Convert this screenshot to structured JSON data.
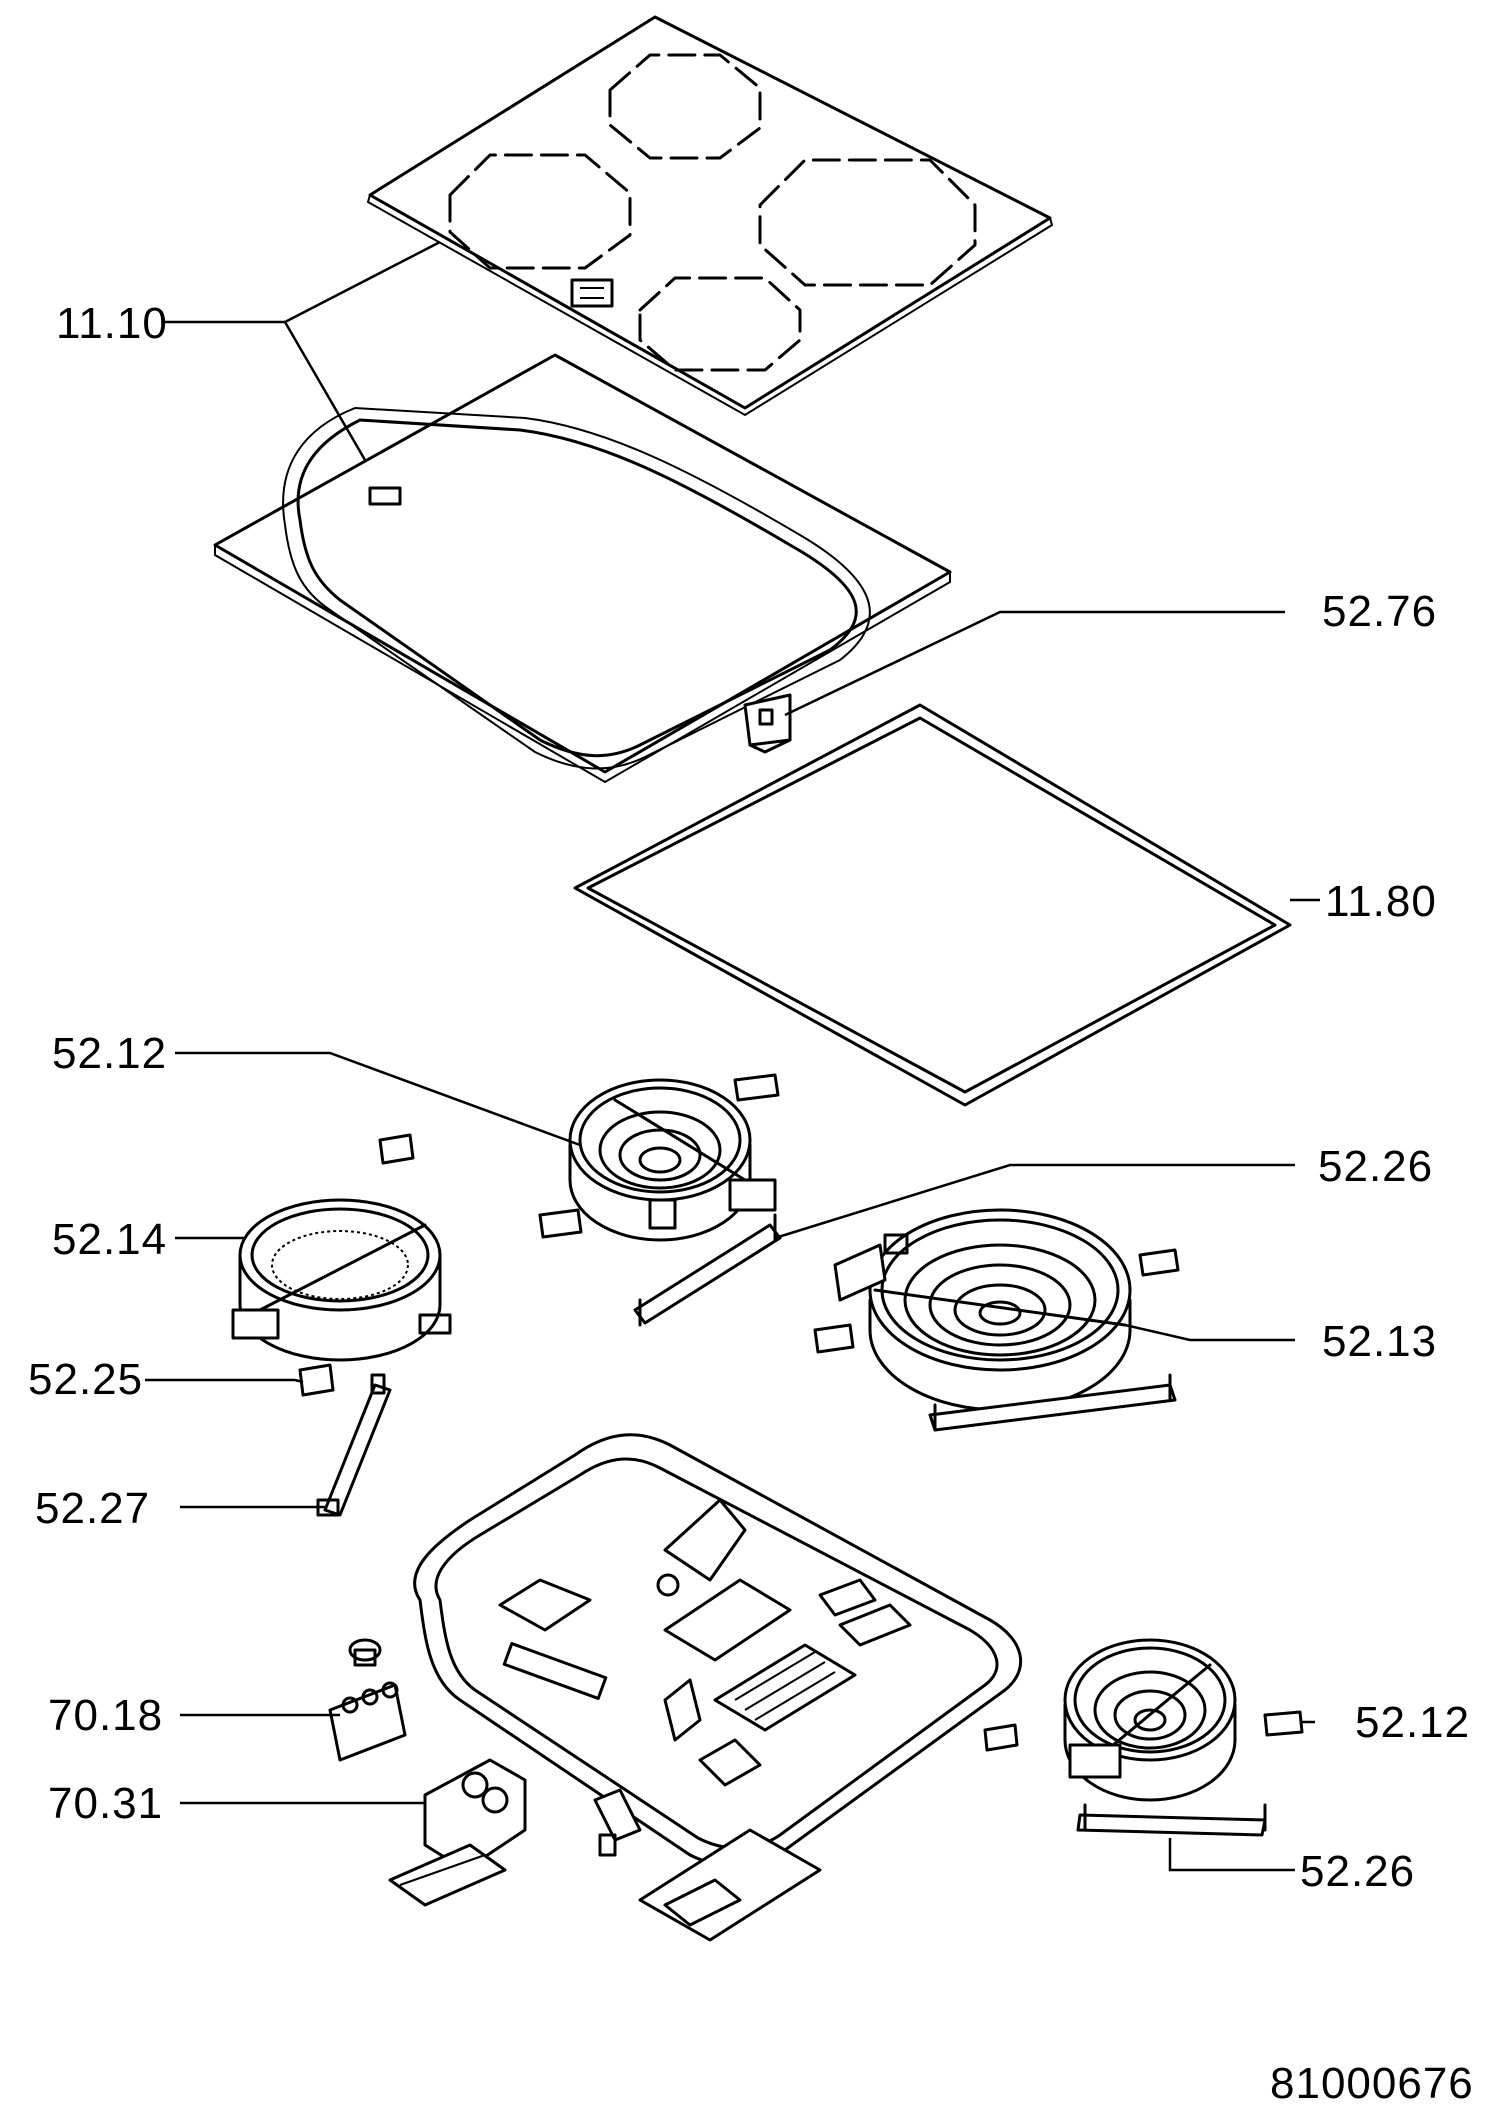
{
  "labels": {
    "l1110": "11.10",
    "l5276": "52.76",
    "l1180": "11.80",
    "l5212a": "52.12",
    "l5226a": "52.26",
    "l5214": "52.14",
    "l5213": "52.13",
    "l5225": "52.25",
    "l5227": "52.27",
    "l7018": "70.18",
    "l5212b": "52.12",
    "l7031": "70.31",
    "l5226b": "52.26"
  },
  "drawing_number": "81000676"
}
